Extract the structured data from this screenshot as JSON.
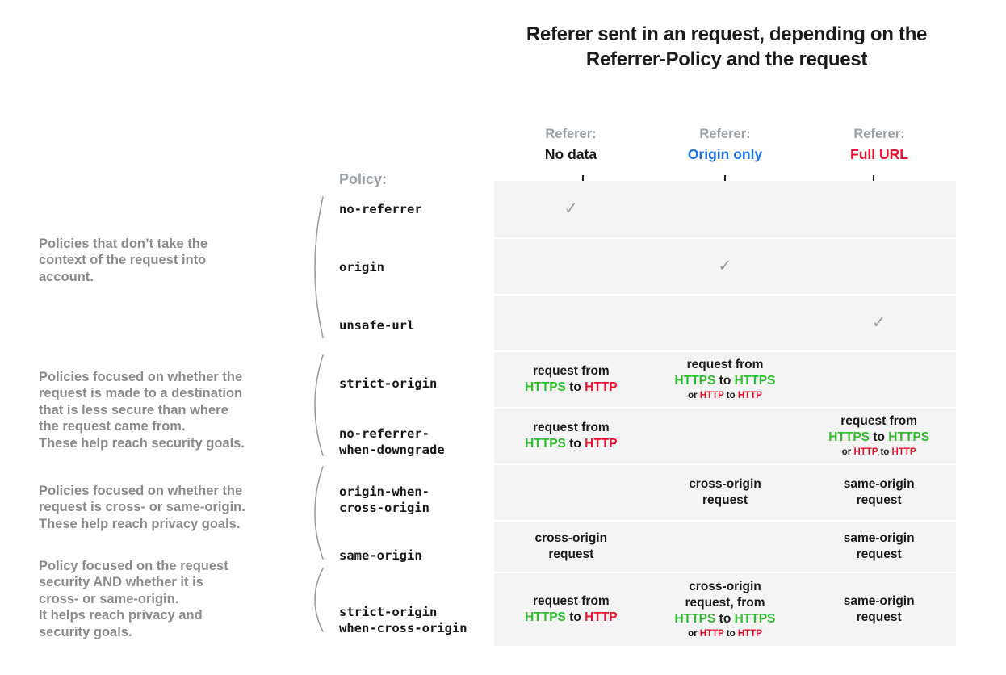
{
  "title": "Referer sent in an request, depending on the Referrer-Policy and the request",
  "policy_caption": "Policy:",
  "colors": {
    "https": "#2fbc2f",
    "http": "#e8112d",
    "origin_only": "#1a73e8",
    "full_url": "#e8112d",
    "no_data": "#1a1a1a",
    "header_label": "#9aa0a6",
    "row_background": "#f4f4f4",
    "check": "#9e9e9e"
  },
  "columns": [
    {
      "label": "Referer:",
      "value": "No data",
      "value_color": "#1a1a1a"
    },
    {
      "label": "Referer:",
      "value": "Origin only",
      "value_color": "#1a73e8"
    },
    {
      "label": "Referer:",
      "value": "Full URL",
      "value_color": "#e8112d"
    }
  ],
  "check_glyph": "✓",
  "rows": [
    {
      "policy": "no-referrer",
      "cells": [
        {
          "type": "check",
          "text": "✓"
        },
        {
          "type": "empty"
        },
        {
          "type": "empty"
        }
      ]
    },
    {
      "policy": "origin",
      "cells": [
        {
          "type": "empty"
        },
        {
          "type": "check",
          "text": "✓"
        },
        {
          "type": "empty"
        }
      ]
    },
    {
      "policy": "unsafe-url",
      "cells": [
        {
          "type": "empty"
        },
        {
          "type": "empty"
        },
        {
          "type": "check",
          "text": "✓"
        }
      ]
    },
    {
      "policy": "strict-origin",
      "cells": [
        {
          "type": "request",
          "line1": "request from",
          "from": "HTTPS",
          "to": "HTTP",
          "from_kind": "https",
          "to_kind": "http"
        },
        {
          "type": "request",
          "line1": "request from",
          "from": "HTTPS",
          "to": "HTTPS",
          "from_kind": "https",
          "to_kind": "https",
          "alt_prefix": "or ",
          "alt_from": "HTTP",
          "alt_to": "HTTP"
        },
        {
          "type": "empty"
        }
      ]
    },
    {
      "policy": "no-referrer-\nwhen-downgrade",
      "cells": [
        {
          "type": "request",
          "line1": "request from",
          "from": "HTTPS",
          "to": "HTTP",
          "from_kind": "https",
          "to_kind": "http"
        },
        {
          "type": "empty"
        },
        {
          "type": "request",
          "line1": "request from",
          "from": "HTTPS",
          "to": "HTTPS",
          "from_kind": "https",
          "to_kind": "https",
          "alt_prefix": "or ",
          "alt_from": "HTTP",
          "alt_to": "HTTP"
        }
      ]
    },
    {
      "policy": "origin-when-\ncross-origin",
      "cells": [
        {
          "type": "empty"
        },
        {
          "type": "text",
          "text": "cross-origin\nrequest"
        },
        {
          "type": "text",
          "text": "same-origin\nrequest"
        }
      ]
    },
    {
      "policy": "same-origin",
      "cells": [
        {
          "type": "text",
          "text": "cross-origin\nrequest"
        },
        {
          "type": "empty"
        },
        {
          "type": "text",
          "text": "same-origin\nrequest"
        }
      ]
    },
    {
      "policy": "strict-origin\nwhen-cross-origin",
      "cells": [
        {
          "type": "request",
          "line1": "request from",
          "from": "HTTPS",
          "to": "HTTP",
          "from_kind": "https",
          "to_kind": "http"
        },
        {
          "type": "request",
          "line1": "cross-origin\nrequest, from",
          "from": "HTTPS",
          "to": "HTTPS",
          "from_kind": "https",
          "to_kind": "https",
          "alt_prefix": "or ",
          "alt_from": "HTTP",
          "alt_to": "HTTP"
        },
        {
          "type": "text",
          "text": "same-origin\nrequest"
        }
      ]
    }
  ],
  "groups": [
    {
      "description": "Policies that don’t take the\ncontext of the request into\naccount."
    },
    {
      "description": "Policies focused on whether the\nrequest is made to a destination\nthat is less secure than where\nthe request came from.\nThese help reach security goals."
    },
    {
      "description": "Policies focused on whether the\nrequest is cross- or same-origin.\nThese help reach privacy goals."
    },
    {
      "description": "Policy focused on the request\nsecurity AND whether it is\ncross- or same-origin.\nIt helps reach privacy and\nsecurity goals."
    }
  ]
}
